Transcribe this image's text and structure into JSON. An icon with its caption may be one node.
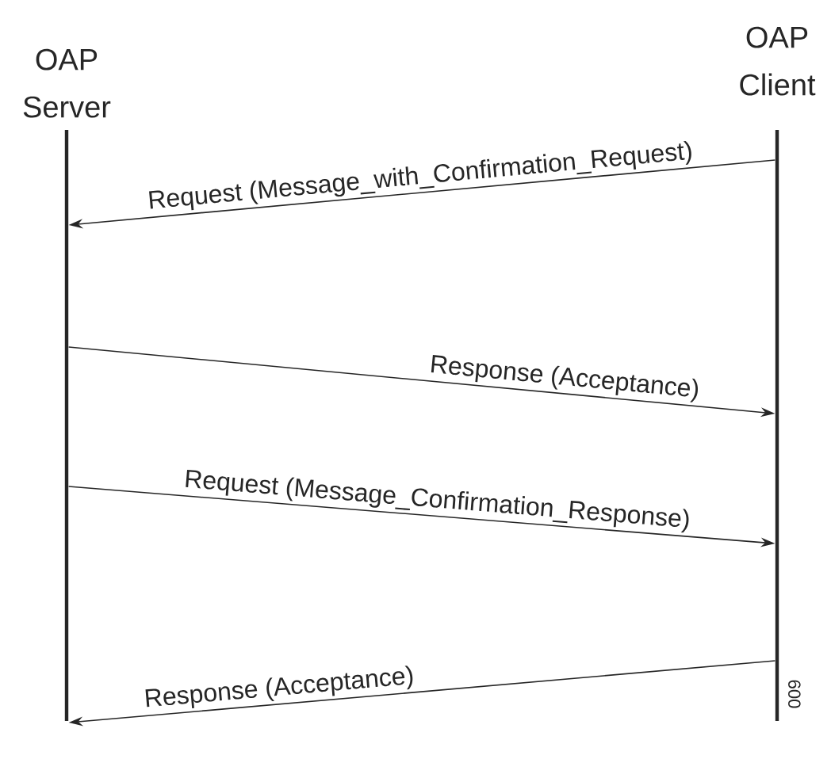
{
  "diagram": {
    "nodes": [
      {
        "text": [
          "OAP Server"
        ]
      },
      {
        "text": [
          "OAP Client"
        ]
      }
    ],
    "edges": [
      {
        "from": 1,
        "to": 0,
        "arrow": "to",
        "label": "Request (Message_with_Confirmation_Request)"
      },
      {
        "from": 0,
        "to": 1,
        "arrow": "to",
        "label": "Response (Acceptance)"
      },
      {
        "from": 0,
        "to": 1,
        "arrow": "to",
        "label": "Request (Message_Confirmation_Response)"
      },
      {
        "from": 1,
        "to": 0,
        "arrow": "to",
        "label": "Response (Acceptance)"
      }
    ],
    "labels": [
      "009"
    ]
  }
}
